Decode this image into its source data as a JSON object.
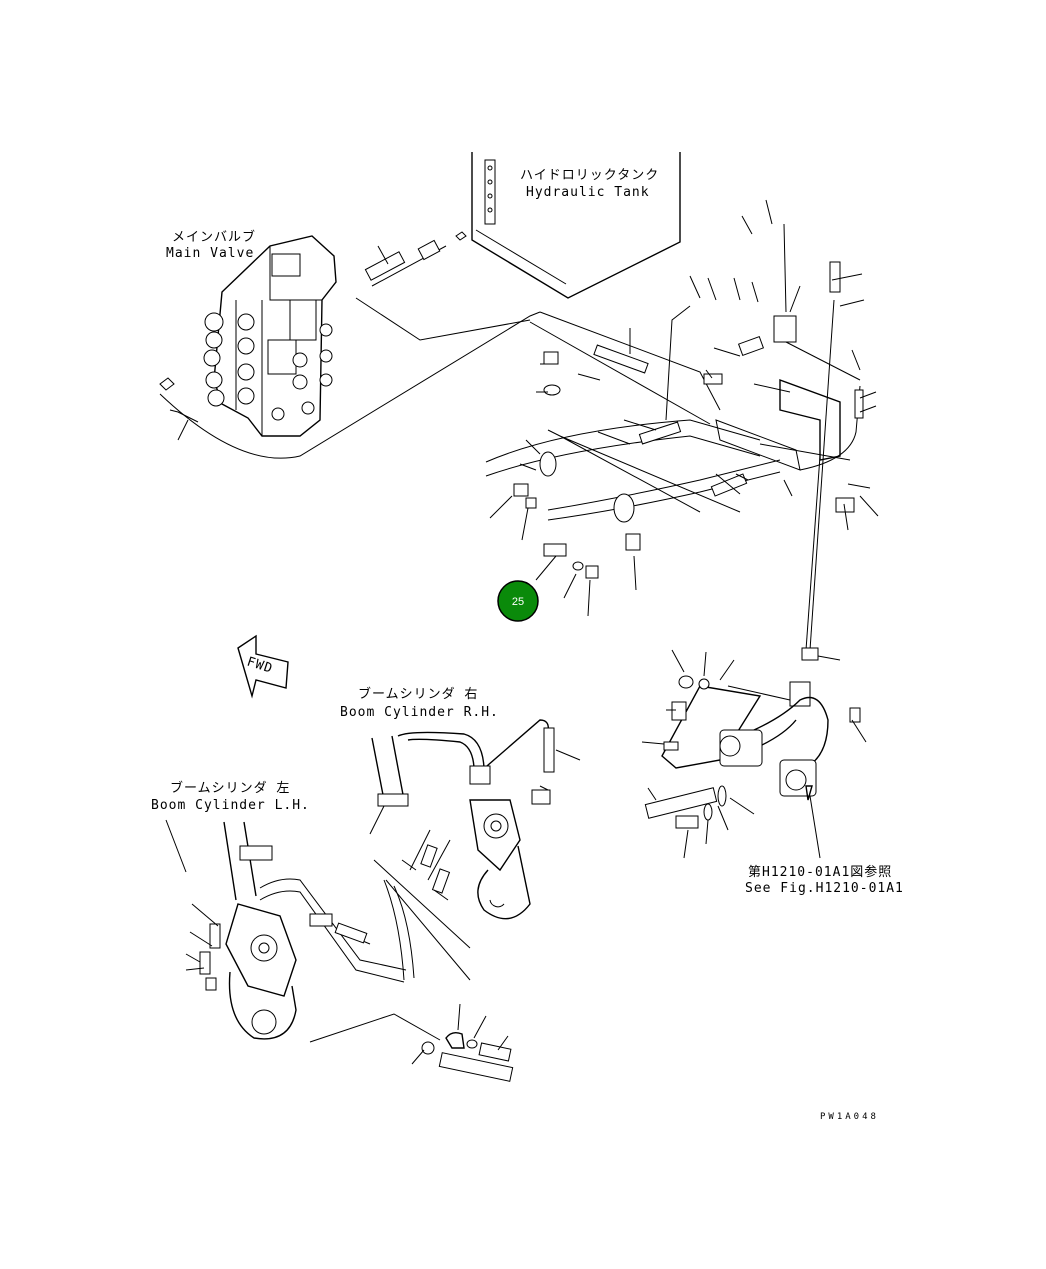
{
  "labels": {
    "main_valve_jp": "メインバルブ",
    "main_valve_en": "Main Valve",
    "hydraulic_tank_jp": "ハイドロリックタンク",
    "hydraulic_tank_en": "Hydraulic Tank",
    "boom_rh_jp": "ブームシリンダ 右",
    "boom_rh_en": "Boom Cylinder R.H.",
    "boom_lh_jp": "ブームシリンダ 左",
    "boom_lh_en": "Boom Cylinder L.H.",
    "see_fig_jp": "第H1210-01A1図参照",
    "see_fig_en": "See Fig.H1210-01A1",
    "fwd": "FWD",
    "drawing_no": "PW1A048"
  },
  "callout": {
    "number": "25",
    "color": "#0a8a0a"
  }
}
